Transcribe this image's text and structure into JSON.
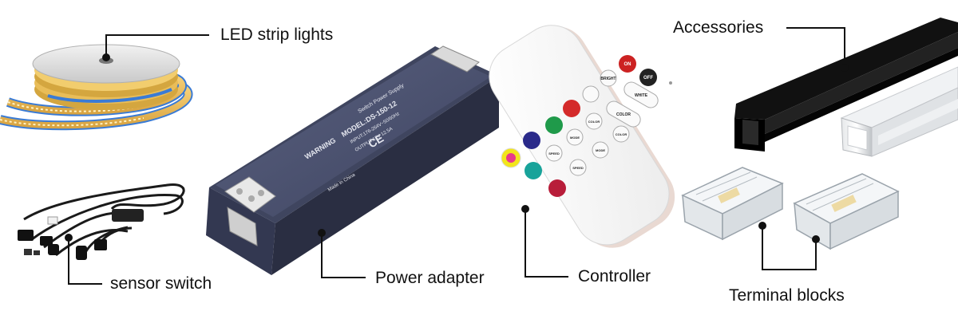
{
  "labels": {
    "led_strip": "LED strip lights",
    "sensor_switch": "sensor switch",
    "power_adapter": "Power adapter",
    "controller": "Controller",
    "accessories": "Accessories",
    "terminal_blocks": "Terminal blocks"
  },
  "power_supply": {
    "warning": "WARNING",
    "title": "Switch Power Supply",
    "model": "MODEL:DS-150-12",
    "spec_in": "INPUT:176-264V~50/60Hz",
    "spec_out": "OUTPUT:12V 12.5A",
    "made_in": "Made in China"
  },
  "remote": {
    "on": "ON",
    "off": "OFF",
    "bright": "BRIGHT",
    "white": "WHITE",
    "color": "COLOR",
    "mode": "MODE",
    "speed": "SPEED"
  },
  "colors": {
    "text": "#111111",
    "adapter_body": "#474d66",
    "remote_red": "#d42a2a",
    "remote_green": "#1f9a4a",
    "remote_blue": "#2840a8",
    "remote_purple": "#4a2a8a",
    "remote_crimson": "#b81d3a"
  }
}
